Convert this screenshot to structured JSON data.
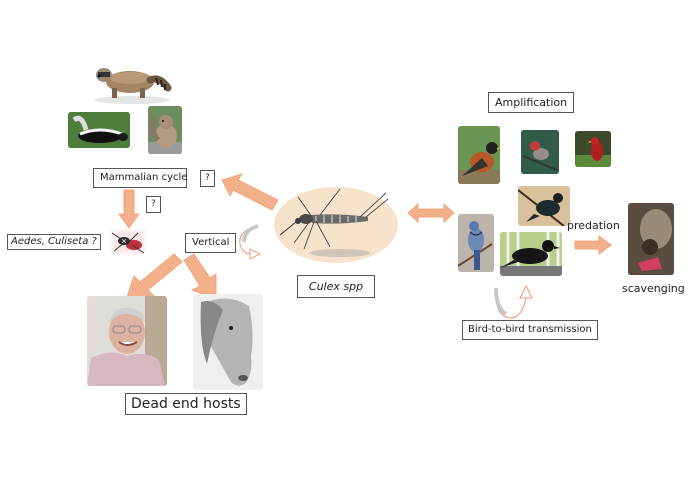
{
  "diagram": {
    "title": "West Nile virus transmission cycle",
    "center": {
      "vector_label": "Culex spp",
      "vector_icon": "mosquito-icon"
    },
    "mammalian": {
      "cycle_label": "Mammalian cycle",
      "question_mark_1": "?",
      "question_mark_2": "?",
      "other_vectors_label": "Aedes, Culiseta ?",
      "vertical_label": "Vertical",
      "animals": [
        "raccoon",
        "skunk",
        "squirrel"
      ],
      "other_vector_icon": "aedes-mosquito-icon"
    },
    "dead_end": {
      "label": "Dead end hosts",
      "hosts": [
        "human",
        "horse"
      ]
    },
    "avian": {
      "amplification_label": "Amplification",
      "birds": [
        "american-robin",
        "house-finch",
        "northern-cardinal",
        "common-grackle",
        "blue-jay",
        "american-crow"
      ],
      "bird_to_bird_label": "Bird-to-bird transmission",
      "predation_label": "predation",
      "scavenging_label": "scavenging",
      "scavenger": "raptor"
    },
    "colors": {
      "arrow_fill": "#f4b08a",
      "arrow_stroke": "#ee9a6c",
      "halo": "#f7e3cc",
      "curl_grey": "#c8c8c8"
    }
  }
}
